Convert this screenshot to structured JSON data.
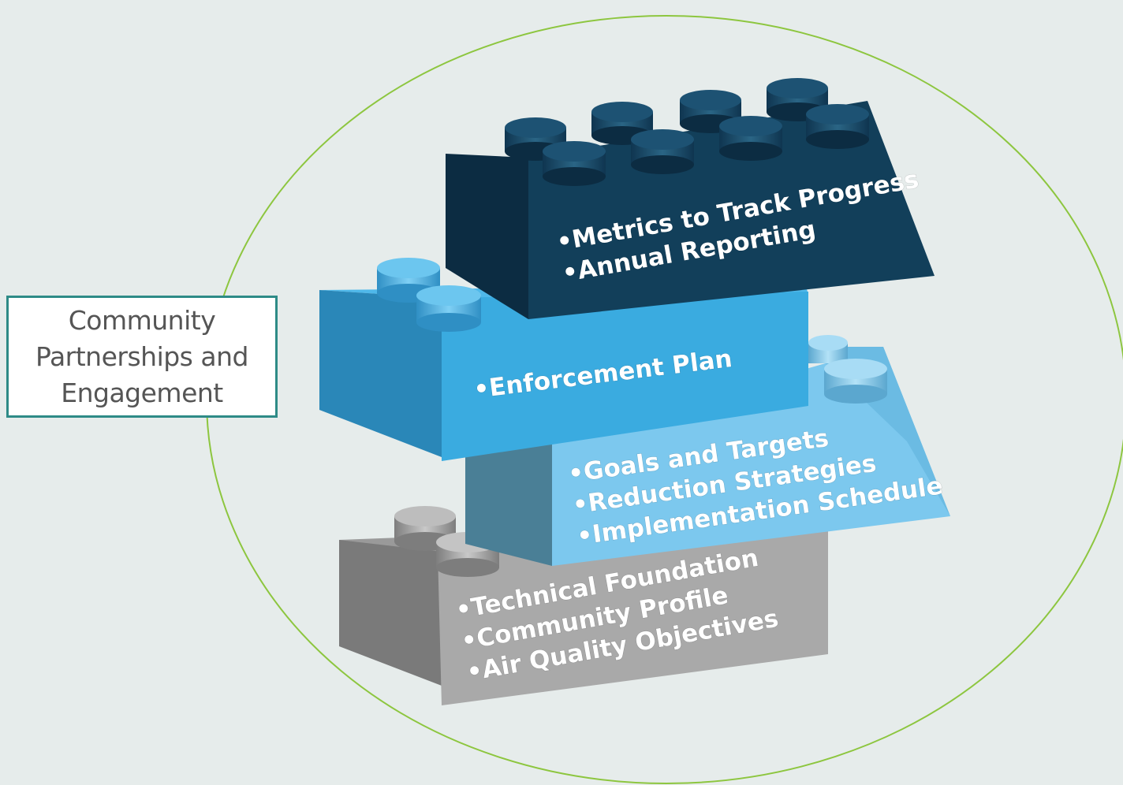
{
  "colors": {
    "background": "#e6eceb",
    "circle_outline": "#8dc63f",
    "box_border": "#2e8b87",
    "brick_navy": "#123f5a",
    "brick_blue": "#3aabe0",
    "brick_light_blue": "#7cc8ee",
    "brick_gray": "#a9a9a9"
  },
  "side_box": {
    "lines": [
      "Community",
      "Partnerships and",
      "Engagement"
    ]
  },
  "bricks": {
    "top": {
      "lines": [
        "•Metrics to Track Progress",
        "•Annual Reporting"
      ]
    },
    "second": {
      "lines": [
        "•Enforcement Plan"
      ]
    },
    "third": {
      "lines": [
        "•Goals and Targets",
        "•Reduction Strategies",
        "•Implementation Schedule"
      ]
    },
    "bottom": {
      "lines": [
        "•Technical Foundation",
        "•Community Profile",
        "•Air Quality Objectives"
      ]
    }
  }
}
